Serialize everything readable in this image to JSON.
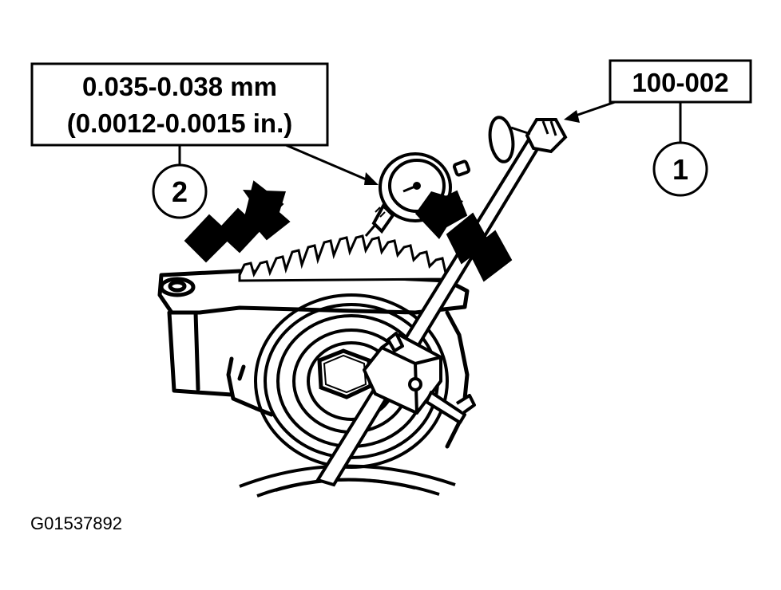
{
  "spec_box": {
    "line1": "0.035-0.038 mm",
    "line2": "(0.0012-0.0015 in.)"
  },
  "tool_box": {
    "label": "100-002"
  },
  "callouts": {
    "one": "1",
    "two": "2"
  },
  "figure_id": "G01537892",
  "colors": {
    "ink": "#000000",
    "paper": "#ffffff"
  }
}
